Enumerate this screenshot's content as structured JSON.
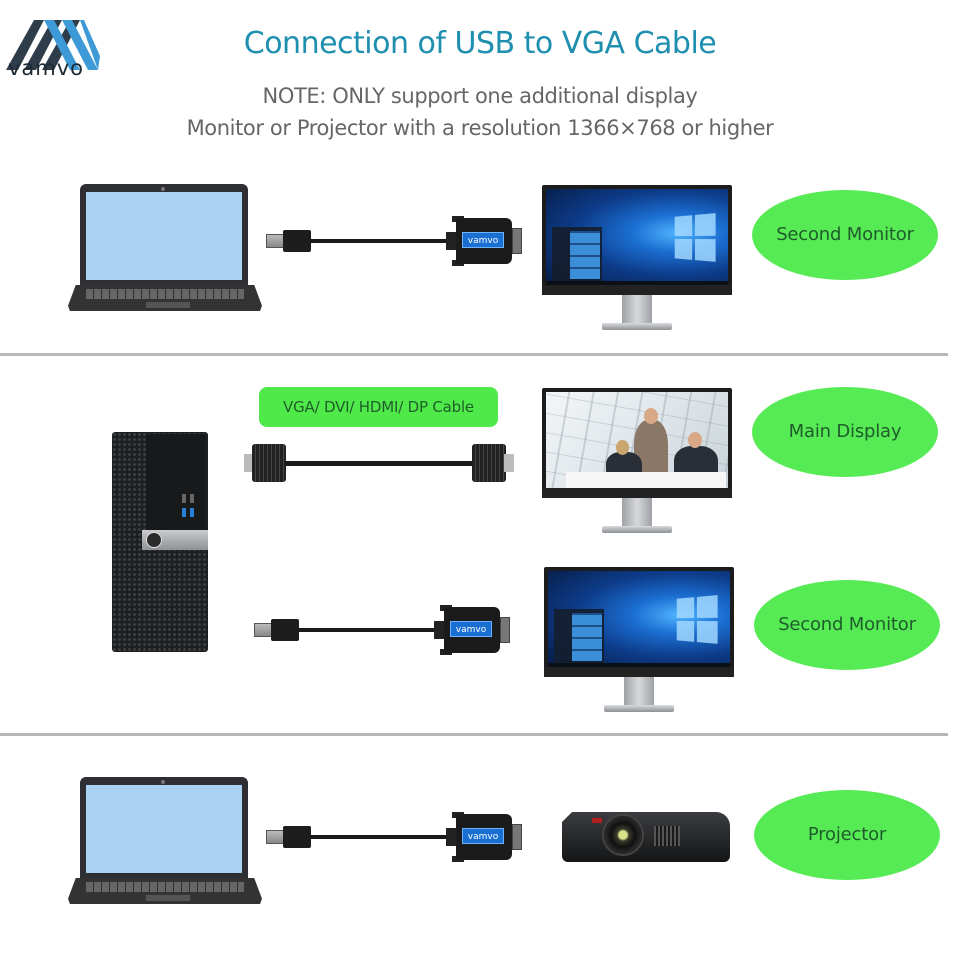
{
  "brand": {
    "name": "vamvo",
    "logo_colors": [
      "#2f3d4a",
      "#3d9ad6"
    ],
    "cable_label": "vamvo"
  },
  "header": {
    "title": "Connection of USB  to  VGA Cable",
    "note_line1": "NOTE: ONLY support one additional display",
    "note_line2": "Monitor or Projector with a resolution 1366×768 or higher",
    "title_color": "#1f8fb0"
  },
  "sections": [
    {
      "source": "laptop",
      "cable": "USB to VGA adapter",
      "target": "monitor",
      "label": "Second Monitor"
    },
    {
      "source": "desktop-tower",
      "cable_tag": "VGA/ DVI/ HDMI/ DP Cable",
      "outputs": [
        {
          "cable": "VGA cable",
          "target": "monitor",
          "label": "Main Display"
        },
        {
          "cable": "USB to VGA adapter",
          "target": "monitor",
          "label": "Second Monitor"
        }
      ]
    },
    {
      "source": "laptop",
      "cable": "USB to VGA adapter",
      "target": "projector",
      "label": "Projector"
    }
  ],
  "colors": {
    "label_green": "#56eb55",
    "label_text": "#1f5c2b",
    "divider": "#b8b8b8"
  }
}
